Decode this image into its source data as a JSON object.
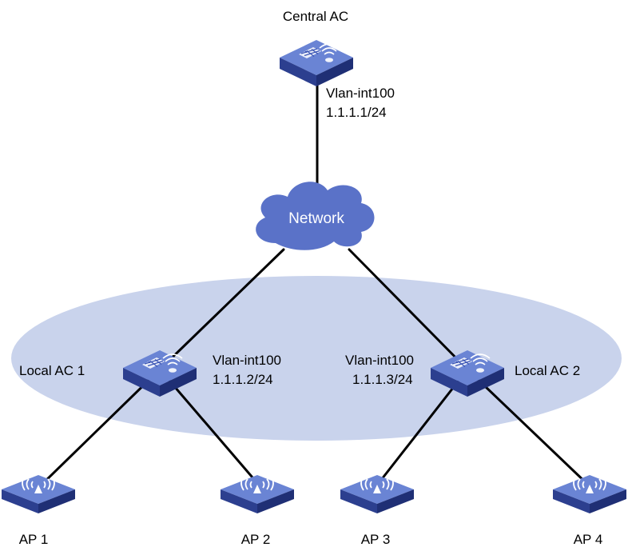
{
  "colors": {
    "ellipse_fill": "#c9d3ec",
    "cloud_fill": "#5a72c8",
    "device_top": "#6a84d4",
    "device_side_left": "#2c3f8f",
    "device_side_right": "#1f2f75",
    "link": "#000000"
  },
  "nodes": {
    "central_ac": {
      "label": "Central AC",
      "interface": "Vlan-int100",
      "ip": "1.1.1.1/24"
    },
    "network": {
      "label": "Network"
    },
    "local_ac_1": {
      "label": "Local AC 1",
      "interface": "Vlan-int100",
      "ip": "1.1.1.2/24"
    },
    "local_ac_2": {
      "label": "Local AC 2",
      "interface": "Vlan-int100",
      "ip": "1.1.1.3/24"
    },
    "ap_1": {
      "label": "AP 1"
    },
    "ap_2": {
      "label": "AP 2"
    },
    "ap_3": {
      "label": "AP 3"
    },
    "ap_4": {
      "label": "AP 4"
    }
  },
  "links": [
    [
      "central_ac",
      "network"
    ],
    [
      "network",
      "local_ac_1"
    ],
    [
      "network",
      "local_ac_2"
    ],
    [
      "local_ac_1",
      "ap_1"
    ],
    [
      "local_ac_1",
      "ap_2"
    ],
    [
      "local_ac_2",
      "ap_3"
    ],
    [
      "local_ac_2",
      "ap_4"
    ]
  ]
}
